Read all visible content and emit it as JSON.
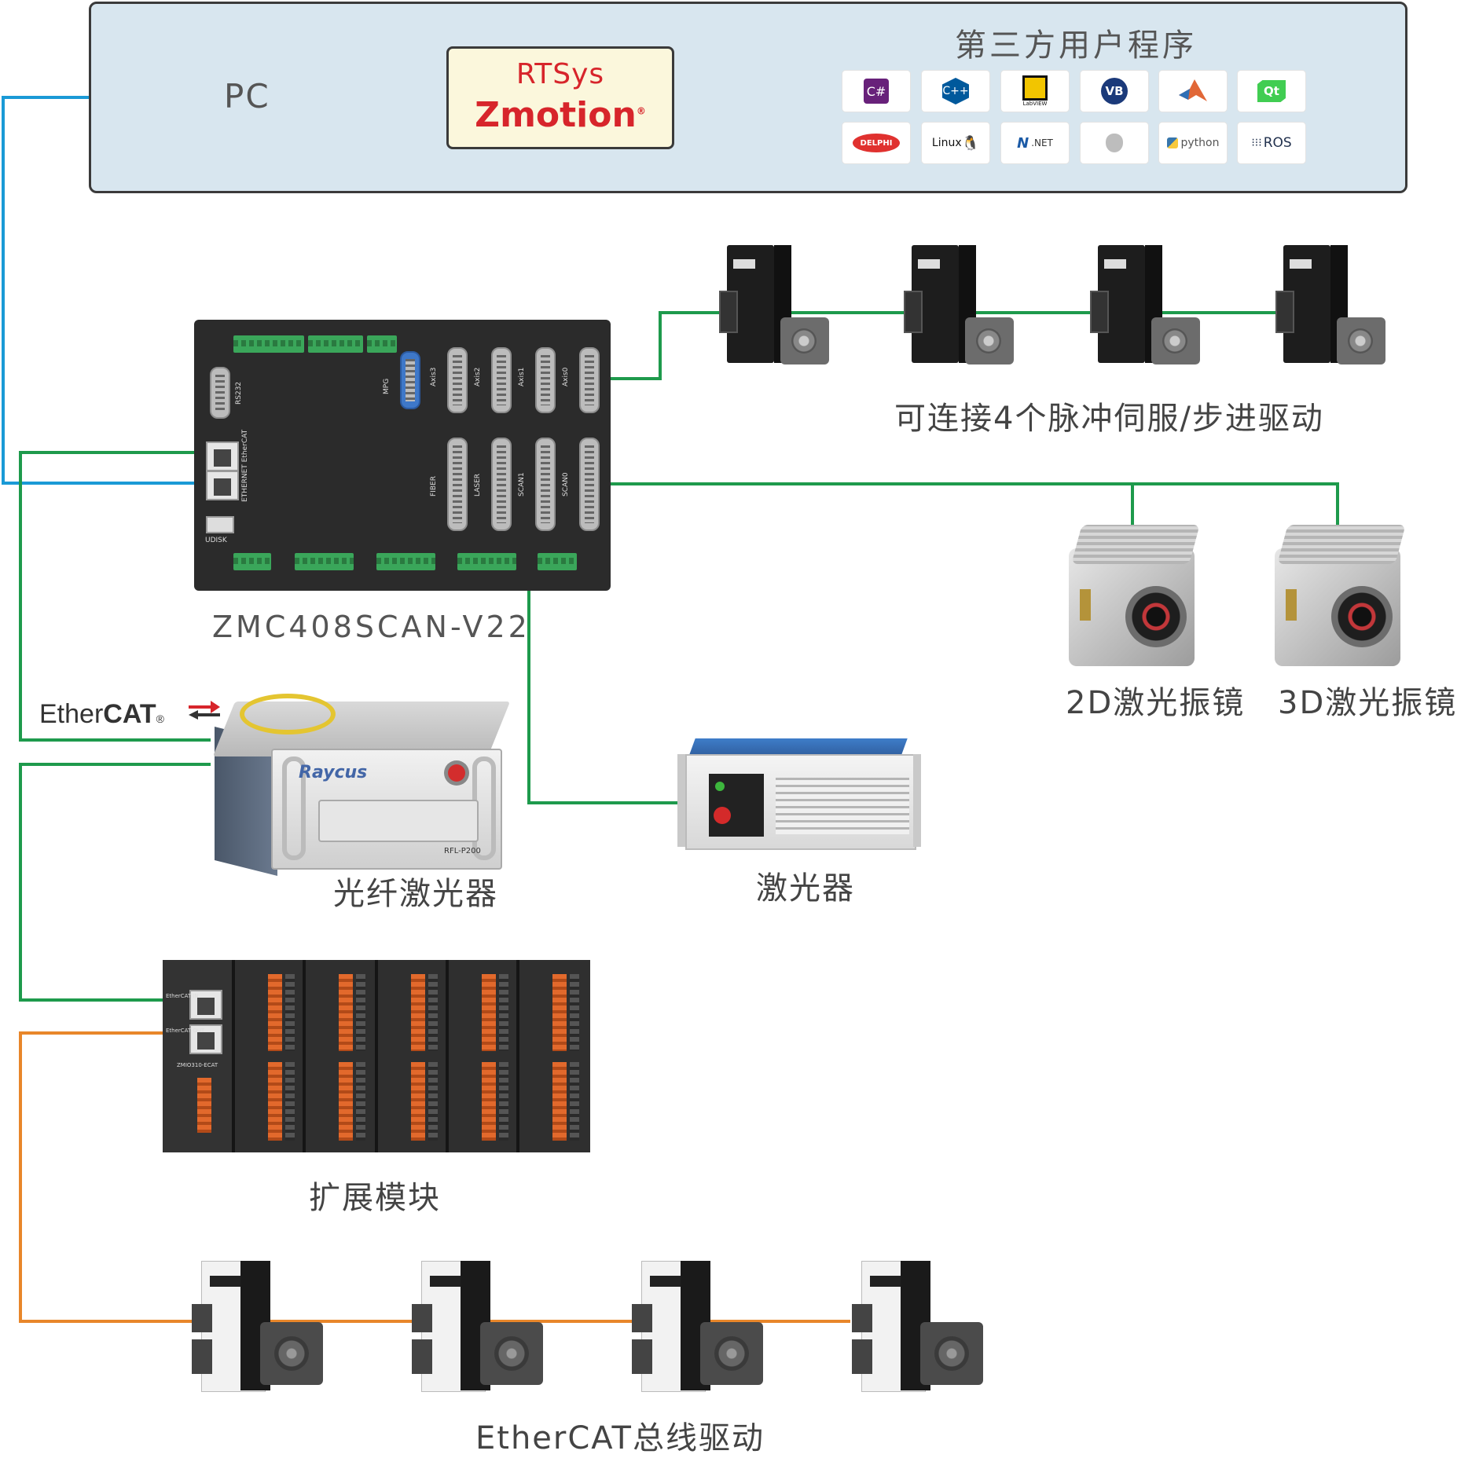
{
  "pc": {
    "label": "PC",
    "rtsys_label": "RTSys",
    "zmotion_label": "Zmotion",
    "third_party_title": "第三方用户程序",
    "logos": [
      "C#",
      "C++",
      "LabVIEW",
      "VB",
      "MATLAB",
      "Qt",
      "DELPHI",
      "Linux",
      ".NET",
      "apple",
      "python",
      "ROS"
    ]
  },
  "controller": {
    "name": "ZMC408SCAN-V22",
    "ports": {
      "rs232": "RS232",
      "mpg": "MPG",
      "axis3": "Axis3",
      "axis2": "Axis2",
      "axis1": "Axis1",
      "axis0": "Axis0",
      "fiber": "FIBER",
      "laser": "LASER",
      "scan1": "SCAN1",
      "scan0": "SCAN0",
      "ethernet": "ETHERNET EtherCAT",
      "udisk": "UDISK"
    }
  },
  "captions": {
    "pulse_servo": "可连接4个脉冲伺服/步进驱动",
    "galvo_2d": "2D激光振镜",
    "galvo_3d": "3D激光振镜",
    "fiber_laser": "光纤激光器",
    "laser": "激光器",
    "expansion": "扩展模块",
    "ethercat_bus": "EtherCAT总线驱动"
  },
  "ethercat_logo": {
    "ether": "Ether",
    "cat": "CAT",
    "reg": "®"
  },
  "fiber_laser": {
    "brand": "Raycus",
    "model": "RFL-P200"
  },
  "expansion_module": {
    "head_label": "ZMIO310-ECAT",
    "in_label": "EtherCAT IN",
    "out_label": "EtherCAT OUT"
  },
  "colors": {
    "ethernet_wire": "#1a9ad6",
    "ethercat_wire": "#1e9a4c",
    "bus_wire": "#e8862a",
    "accent_red": "#d7252b"
  }
}
